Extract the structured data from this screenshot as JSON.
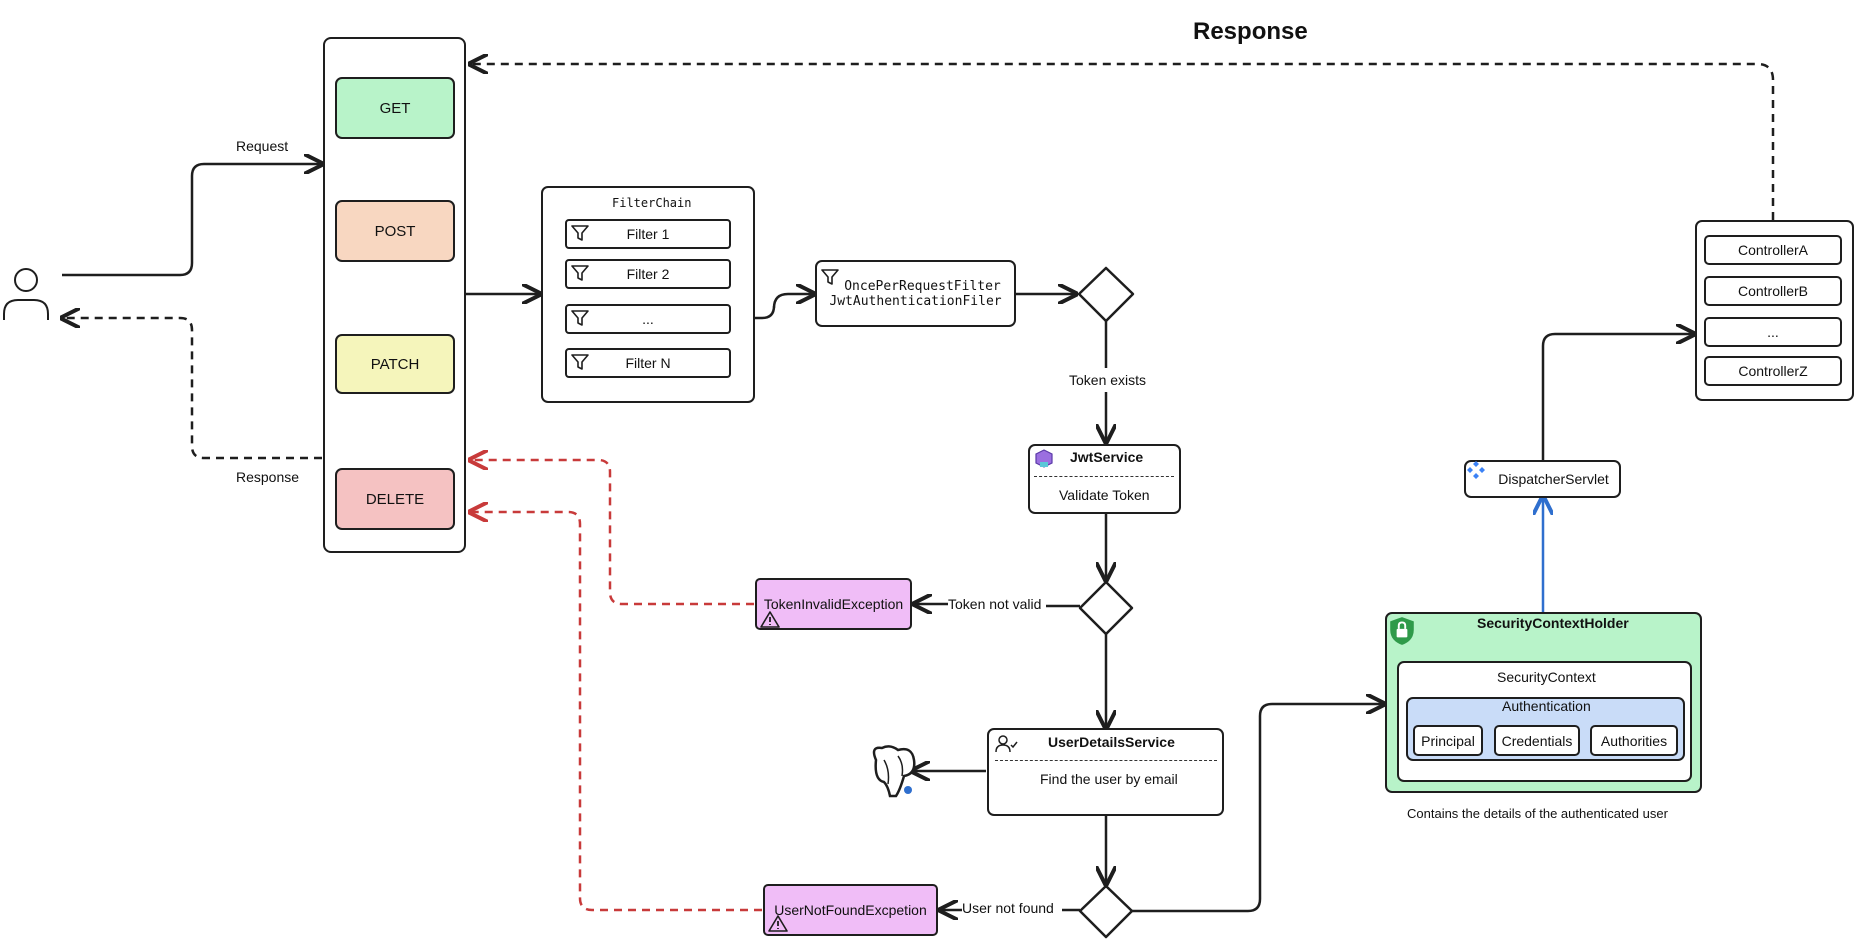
{
  "title": "Response",
  "client": {
    "icon": "user-icon"
  },
  "methods": [
    {
      "label": "GET",
      "color": "#b8f3c9"
    },
    {
      "label": "POST",
      "color": "#f8d7c1"
    },
    {
      "label": "PATCH",
      "color": "#f5f5bb"
    },
    {
      "label": "DELETE",
      "color": "#f5c2c2"
    }
  ],
  "edges": {
    "request": "Request",
    "response_left": "Response",
    "token_exists": "Token exists",
    "token_not_valid": "Token not valid",
    "user_not_found": "User not found"
  },
  "filter_chain": {
    "title": "FilterChain",
    "filters": [
      "Filter 1",
      "Filter 2",
      "...",
      "Filter N"
    ]
  },
  "jwt_filter": {
    "line1": "OncePerRequestFilter",
    "line2": "JwtAuthenticationFiler"
  },
  "jwt_service": {
    "title": "JwtService",
    "action": "Validate Token"
  },
  "user_details_service": {
    "title": "UserDetailsService",
    "action": "Find the user by email"
  },
  "exceptions": {
    "token_invalid": "TokenInvalidException",
    "user_not_found": "UserNotFoundExcpetion"
  },
  "security_context_holder": {
    "title": "SecurityContextHolder",
    "context": "SecurityContext",
    "authentication": "Authentication",
    "items": [
      "Principal",
      "Credentials",
      "Authorities"
    ],
    "caption": "Contains the details of the authenticated user",
    "color": "#b8f3c9"
  },
  "dispatcher_servlet": "DispatcherServlet",
  "controllers": [
    "ControllerA",
    "ControllerB",
    "...",
    "ControllerZ"
  ],
  "colors": {
    "exception": "#f0bdf7",
    "authentication": "#c9dcf8",
    "error_edge": "#c83a3a",
    "blue_edge": "#2f6fce"
  }
}
